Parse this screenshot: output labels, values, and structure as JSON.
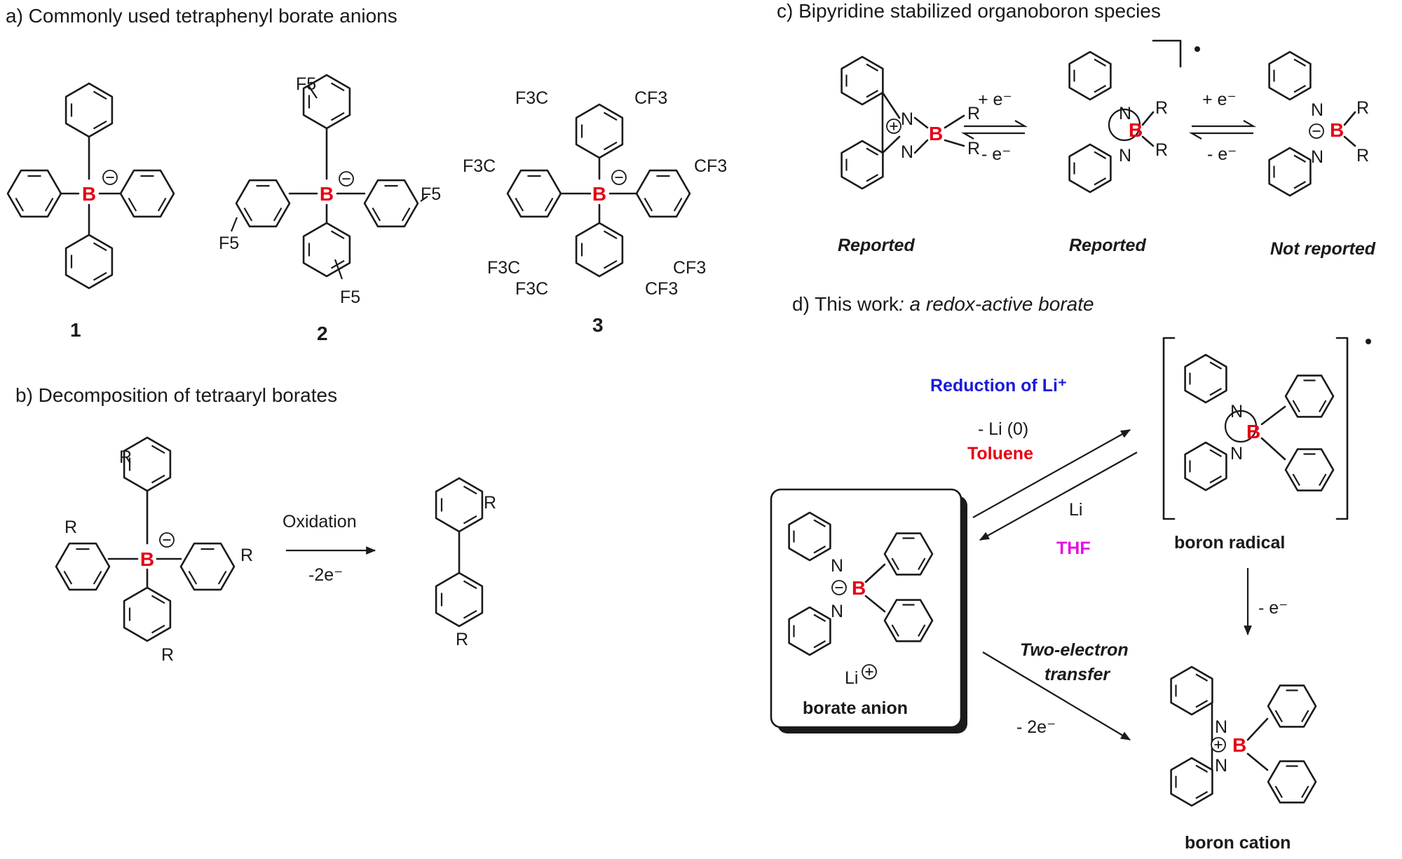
{
  "colors": {
    "boron": "#e60012",
    "blue": "#1a1adb",
    "red": "#e60012",
    "magenta": "#e60ee0",
    "ink": "#1a1a1a"
  },
  "panels": {
    "a": {
      "title": "a) Commonly used tetraphenyl borate anions",
      "compounds": [
        "1",
        "2",
        "3"
      ]
    },
    "b": {
      "title": "b) Decomposition of tetraaryl borates",
      "reagent": "Oxidation",
      "conditions": "-2e⁻"
    },
    "c": {
      "title": "c) Bipyridine stabilized organoboron species",
      "step1_fwd": "+ e⁻",
      "step1_rev": "- e⁻",
      "step2_fwd": "+ e⁻",
      "step2_rev": "- e⁻",
      "labels": [
        "Reported",
        "Reported",
        "Not reported"
      ]
    },
    "d": {
      "title_prefix": "d) This work",
      "title_suffix": ": a redox-active borate",
      "reduction": "Reduction of Li⁺",
      "li_loss": "- Li (0)",
      "solvent1": "Toluene",
      "li_add": "Li",
      "solvent2": "THF",
      "radical_label": "boron radical",
      "anion_label": "borate anion",
      "cation_label": "boron cation",
      "oxidation": "- e⁻",
      "two_e_line1": "Two-electron",
      "two_e_line2": "transfer",
      "two_e_cond": "- 2e⁻",
      "li_counter": "Li"
    }
  },
  "atoms": {
    "B": "B",
    "N": "N",
    "R": "R",
    "F5": "F5",
    "CF3": "CF3",
    "F3C": "F3C"
  }
}
